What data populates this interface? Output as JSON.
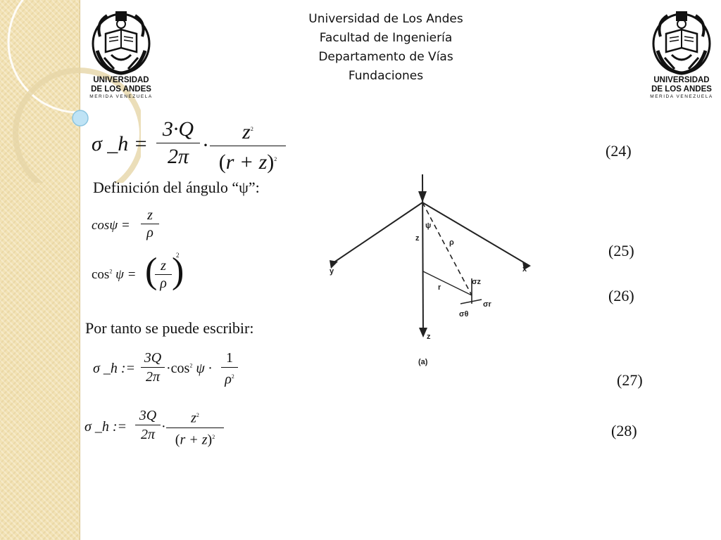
{
  "header": {
    "lines": [
      "Universidad de Los Andes",
      "Facultad de Ingeniería",
      "Departamento de Vías",
      "Fundaciones"
    ]
  },
  "logo": {
    "name_line1": "UNIVERSIDAD",
    "name_line2": "DE LOS ANDES",
    "city": "MERIDA VENEZUELA"
  },
  "labels": {
    "angle_definition": "Definición del ángulo “ψ”:",
    "therefore": "Por tanto se puede escribir:"
  },
  "equation_numbers": [
    "(24)",
    "(25)",
    "(26)",
    "(27)",
    "(28)"
  ],
  "equations": {
    "eq24": {
      "lhs": "σ _h =",
      "num": "3·Q",
      "den": "2π",
      "num2": "z",
      "den2": "r + z"
    },
    "eq25": {
      "lhs": "cosψ =",
      "num": "z",
      "den": "ρ"
    },
    "eq26": {
      "lhs": "cos",
      "lhs2": "ψ =",
      "num": "z",
      "den": "ρ"
    },
    "eq27": {
      "lhs": "σ _h :=",
      "num": "3Q",
      "den": "2π",
      "mid": "·cos",
      "mid2": "ψ ·",
      "num2": "1",
      "den2": "ρ"
    },
    "eq28": {
      "lhs": "σ _h :=",
      "num": "3Q",
      "den": "2π",
      "num2": "z",
      "den2": "r + z"
    }
  },
  "figure": {
    "labels": {
      "y": "y",
      "x": "x",
      "z_axis": "z",
      "z_bottom": "z",
      "psi": "ψ",
      "rho": "ρ",
      "r": "r",
      "sigma_z": "σz",
      "sigma_r": "σr",
      "sigma_theta": "σθ",
      "caption": "(a)"
    }
  }
}
